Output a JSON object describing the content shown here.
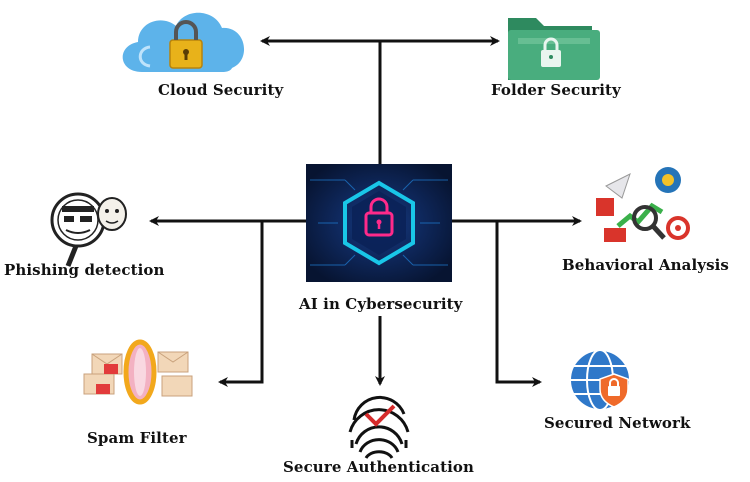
{
  "center": {
    "title": "AI in Cybersecurity"
  },
  "nodes": {
    "cloud": "Cloud Security",
    "folder": "Folder Security",
    "phishing": "Phishing detection",
    "behavioral": "Behavioral Analysis",
    "spam": "Spam Filter",
    "auth": "Secure Authentication",
    "network": "Secured Network"
  },
  "colors": {
    "arrow": "#111111",
    "hub_bg": "#0b1f4a",
    "hub_neon": "#ff2a8a",
    "hub_hex": "#19c7e8",
    "cloud": "#5db3ea",
    "lock": "#e8b21a",
    "folder": "#3fa275",
    "network": "#2f78c9"
  }
}
